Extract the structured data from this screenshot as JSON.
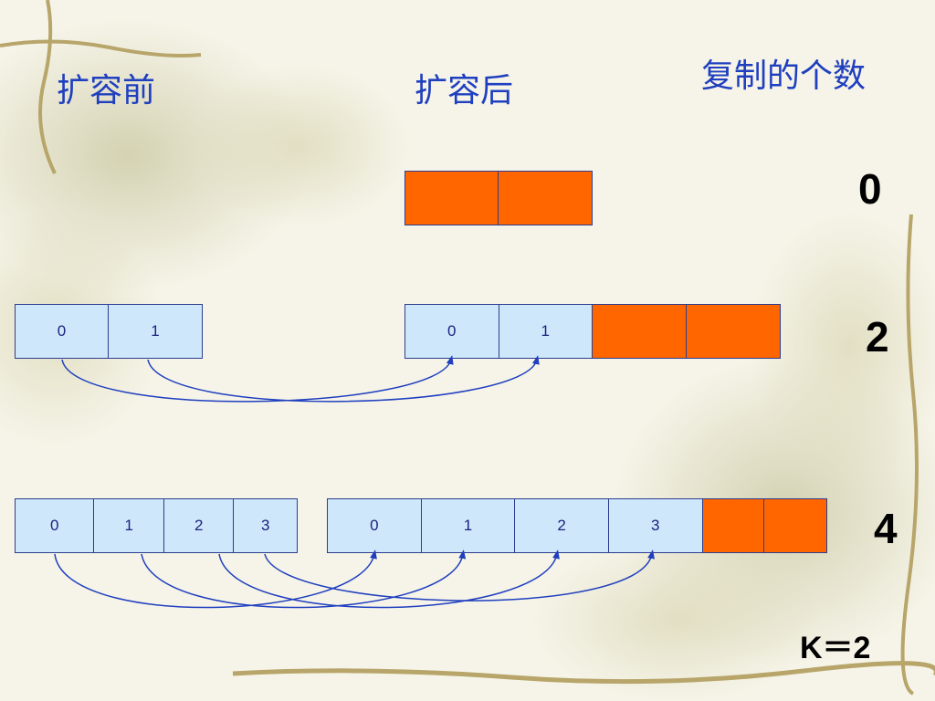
{
  "headings": {
    "before": "扩容前",
    "after": "扩容后",
    "copy_count": "复制的个数"
  },
  "rows": [
    {
      "copies": "0",
      "before": [],
      "after": [
        "",
        ""
      ]
    },
    {
      "copies": "2",
      "before": [
        "0",
        "1"
      ],
      "after": [
        "0",
        "1",
        "",
        ""
      ]
    },
    {
      "copies": "4",
      "before": [
        "0",
        "1",
        "2",
        "3"
      ],
      "after": [
        "0",
        "1",
        "2",
        "3",
        "",
        ""
      ]
    }
  ],
  "k_label": "K＝2",
  "colors": {
    "filled_cell": "#cfe7fb",
    "empty_cell": "#ff6600",
    "heading": "#1f3fbf",
    "arrow": "#1f3fbf"
  }
}
